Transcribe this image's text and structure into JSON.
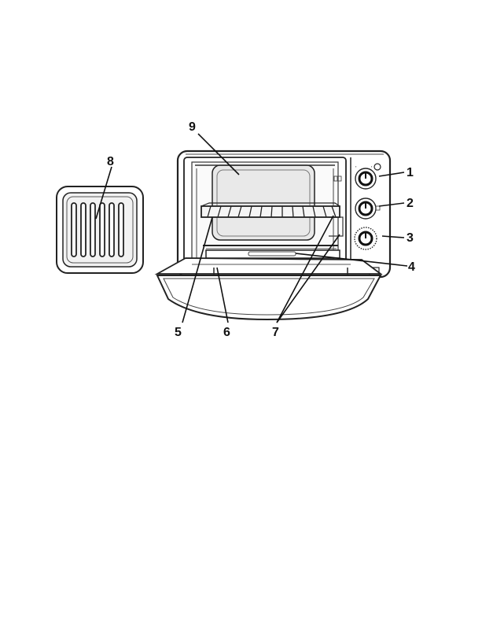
{
  "diagram": {
    "callouts": [
      {
        "id": "1",
        "label": "1"
      },
      {
        "id": "2",
        "label": "2"
      },
      {
        "id": "3",
        "label": "3"
      },
      {
        "id": "4",
        "label": "4"
      },
      {
        "id": "5",
        "label": "5"
      },
      {
        "id": "6",
        "label": "6"
      },
      {
        "id": "7",
        "label": "7"
      },
      {
        "id": "8",
        "label": "8"
      },
      {
        "id": "9",
        "label": "9"
      }
    ]
  },
  "colors": {
    "line": "#222222",
    "window": "#e9e9e9",
    "tray": "#f2f2f2"
  }
}
